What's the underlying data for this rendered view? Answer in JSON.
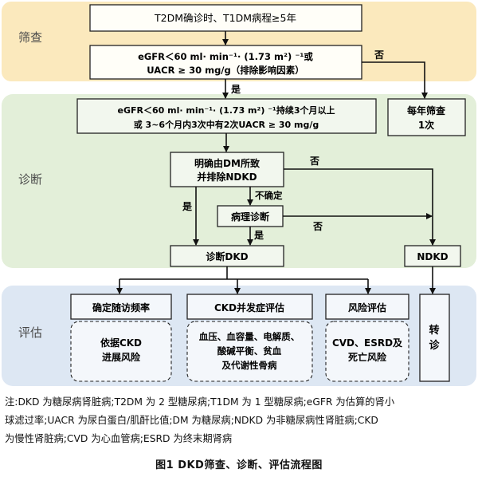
{
  "phases": {
    "screening": "筛查",
    "diagnosis": "诊断",
    "evaluation": "评估"
  },
  "nodes": {
    "start": "T2DM确诊时、T1DM病程≥5年",
    "screen_line1": "eGFR＜60 ml· min⁻¹· (1.73 m²) ⁻¹或",
    "screen_line2": "UACR ≥ 30 mg/g（排除影响因素）",
    "annual_line1": "每年筛查",
    "annual_line2": "1次",
    "persist_line1": "eGFR＜60 ml· min⁻¹· (1.73 m²) ⁻¹持续3个月以上",
    "persist_line2": "或 3~6个月内3次中有2次UACR ≥ 30 mg/g",
    "clear_line1": "明确由DM所致",
    "clear_line2": "并排除NDKD",
    "pathology": "病理诊断",
    "dkd": "诊断DKD",
    "ndkd": "NDKD",
    "followup": "确定随访频率",
    "followup_sub1": "依据CKD",
    "followup_sub2": "进展风险",
    "complication": "CKD并发症评估",
    "complication_sub1": "血压、血容量、电解质、",
    "complication_sub2": "酸碱平衡、贫血",
    "complication_sub3": "及代谢性骨病",
    "risk": "风险评估",
    "risk_sub1": "CVD、ESRD及",
    "risk_sub2": "死亡风险",
    "referral1": "转",
    "referral2": "诊"
  },
  "edge_labels": {
    "screen_no": "否",
    "screen_yes": "是",
    "clear_no": "否",
    "clear_unsure": "不确定",
    "clear_yes": "是",
    "path_no": "否",
    "path_yes": "是"
  },
  "note_lines": [
    "注:DKD 为糖尿病肾脏病;T2DM 为 2 型糖尿病;T1DM 为 1 型糖尿病;eGFR 为估算的肾小",
    "球滤过率;UACR 为尿白蛋白/肌酐比值;DM 为糖尿病;NDKD 为非糖尿病性肾脏病;CKD",
    "为慢性肾脏病;CVD 为心血管病;ESRD 为终末期肾病"
  ],
  "caption": "图1   DKD筛查、诊断、评估流程图",
  "colors": {
    "screening_bg": "#fbe9bd",
    "diagnosis_bg": "#e3efd9",
    "evaluation_bg": "#dde7f3"
  }
}
